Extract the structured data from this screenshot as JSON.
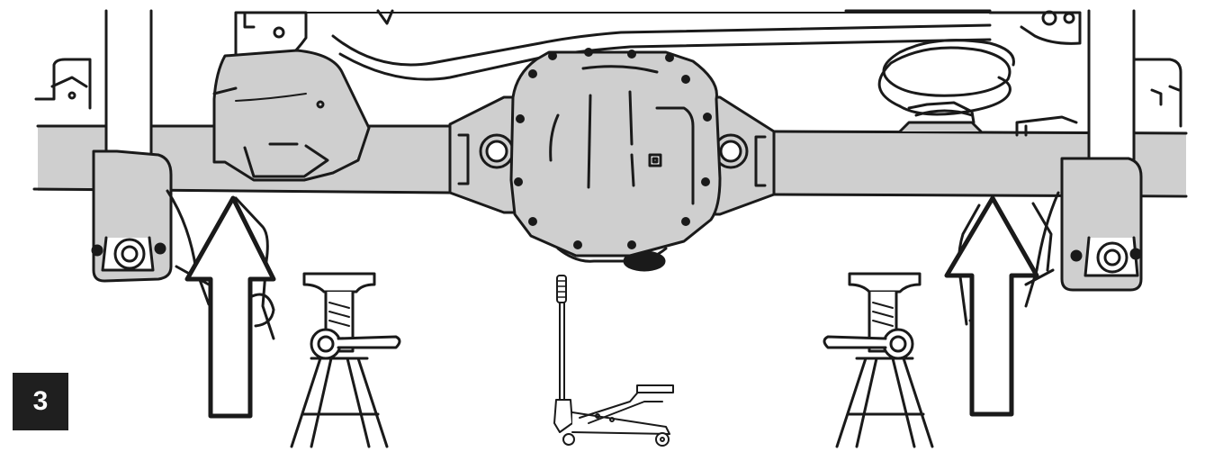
{
  "step": {
    "number": "3"
  },
  "colors": {
    "axle_fill": "#cfcfcf",
    "line": "#1a1a1a",
    "badge": "#1f1f1f",
    "background": "#ffffff"
  },
  "icons": [
    "axle-housing",
    "differential-cover",
    "lift-arrow",
    "jack-stand",
    "floor-jack",
    "coil-spring",
    "shock-absorber"
  ]
}
